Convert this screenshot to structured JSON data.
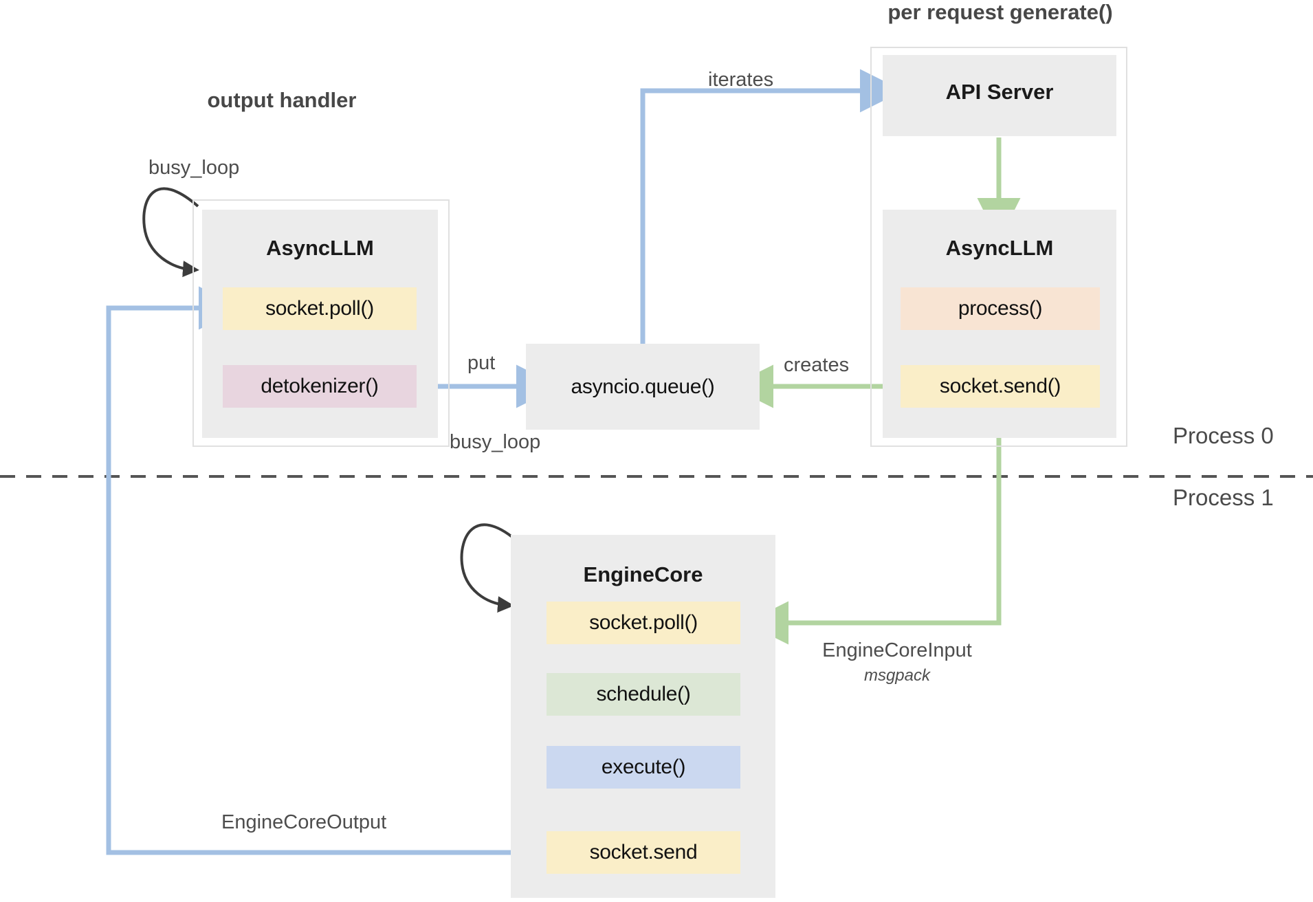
{
  "diagram": {
    "title_output_handler": "output handler",
    "title_per_request": "per request generate()",
    "process_labels": {
      "process0": "Process 0",
      "process1": "Process 1"
    },
    "colors": {
      "box_gray": "#ececec",
      "frame_border": "#e0e0e0",
      "yellow": "#faeec8",
      "pink": "#e8d5df",
      "peach": "#f8e4d3",
      "green": "#dce7d5",
      "blue": "#cbd8f0",
      "arrow_blue": "#a3c0e3",
      "arrow_green": "#b2d4a0",
      "arrow_black": "#3c3c3c",
      "divider": "#555555"
    },
    "groups": {
      "output_handler": {
        "box_title": "AsyncLLM",
        "items": [
          {
            "label": "socket.poll()",
            "color": "yellow"
          },
          {
            "label": "detokenizer()",
            "color": "pink"
          }
        ],
        "self_loop_label": "busy_loop"
      },
      "api_server_group": {
        "api_box_title": "API Server",
        "async_box_title": "AsyncLLM",
        "items": [
          {
            "label": "process()",
            "color": "peach"
          },
          {
            "label": "socket.send()",
            "color": "yellow"
          }
        ]
      },
      "queue": {
        "label": "asyncio.queue()"
      },
      "engine_core": {
        "box_title": "EngineCore",
        "self_loop_label": "busy_loop",
        "items": [
          {
            "label": "socket.poll()",
            "color": "yellow"
          },
          {
            "label": "schedule()",
            "color": "green"
          },
          {
            "label": "execute()",
            "color": "blue"
          },
          {
            "label": "socket.send",
            "color": "yellow"
          }
        ]
      }
    },
    "edges": {
      "iterates": "iterates",
      "put": "put",
      "creates": "creates",
      "engine_core_input": "EngineCoreInput",
      "engine_core_input_sub": "msgpack",
      "engine_core_output": "EngineCoreOutput"
    }
  }
}
